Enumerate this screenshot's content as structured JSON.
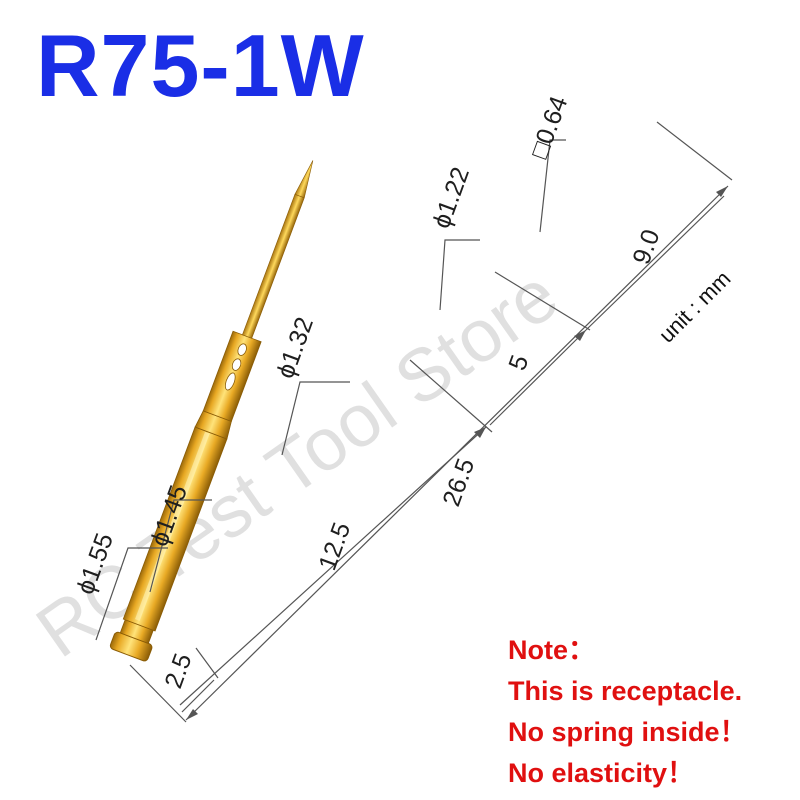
{
  "title": "R75-1W",
  "colors": {
    "title": "#1a2ee6",
    "note": "#e01010",
    "gold_light": "#ffe37a",
    "gold_mid": "#e7a722",
    "gold_dark": "#9c6a0a",
    "dimension_line": "#555555",
    "watermark": "#c8c8c8"
  },
  "unit_label": "unit : mm",
  "watermark": "RC Test Tool Store",
  "diameters": {
    "d155": "ϕ1.55",
    "d145": "ϕ1.45",
    "d132": "ϕ1.32",
    "d122": "ϕ1.22",
    "sq064": "□0.64"
  },
  "lengths": {
    "l25": "2.5",
    "l125": "12.5",
    "l265": "26.5",
    "l5": "5",
    "l90": "9.0"
  },
  "note": {
    "heading": "Note：",
    "line1": "This is receptacle.",
    "line2": "No spring inside！",
    "line3": "No elasticity！"
  }
}
